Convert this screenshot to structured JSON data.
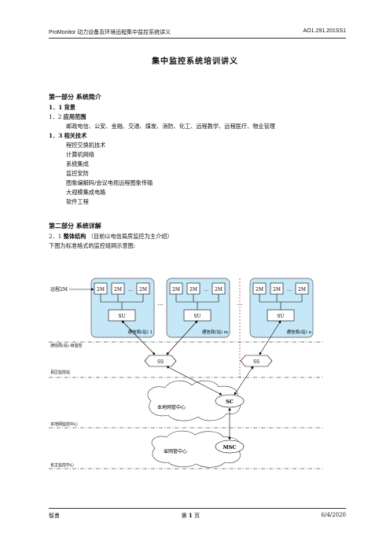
{
  "header": {
    "left": "ProMonitor 动力设备及环境远程集中监控系统讲义",
    "right": "AO1.291.201SS1"
  },
  "title": "集中监控系统培训讲义",
  "part1": {
    "heading": "第一部分  系统简介",
    "items": [
      {
        "num": "1．1",
        "label": "背景"
      },
      {
        "num": "1．2",
        "label": "应用范围"
      }
    ],
    "scope_text": "邮政电信、公安、金融、交通、煤炭、消防、化工、远程教学、远程医疗、物业管理",
    "tech_num": "1．3",
    "tech_label": "相关技术",
    "tech_list": [
      "程控交换机技术",
      "计算机网络",
      "系统集成",
      "监控安防",
      "图象编解码/会议电视远程图象传输",
      "大规模集成电路",
      "软件工程"
    ]
  },
  "part2": {
    "heading": "第二部分  系统详解",
    "item_num": "2．1",
    "item_label": "整体结构",
    "item_note": "（目前以电信局房监控为主介绍）",
    "intro": "下图为标准格式的监控组网示意图:"
  },
  "diagram": {
    "remote_label": "远程2M",
    "box_2m": "2M",
    "ellipsis": "…",
    "su": "SU",
    "station_1": "通信局(站) 1",
    "station_m": "通信局(站) m",
    "station_n": "通信局(站) n",
    "level_1": "通信局(站) 级监控",
    "ss": "SS",
    "level_2": "县区监控站",
    "local_center": "本地网管中心",
    "sc": "SC",
    "level_3": "本地网监控中心",
    "prov_center": "省网管中心",
    "msc": "MSC",
    "level_4": "省主监控中心"
  },
  "footer": {
    "left": "智勇",
    "page_pre": "第",
    "page_num": "1",
    "page_post": "页",
    "right": "6/4/2020"
  }
}
